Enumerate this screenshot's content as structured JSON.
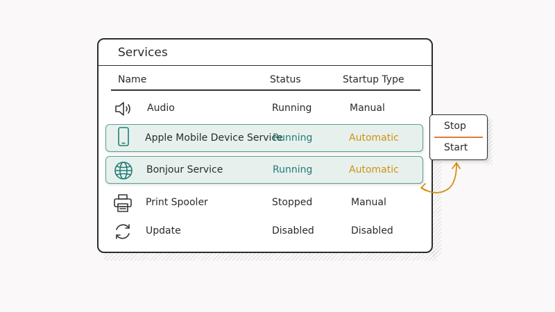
{
  "window": {
    "title": "Services"
  },
  "columns": {
    "name": "Name",
    "status": "Status",
    "startup": "Startup Type"
  },
  "services": [
    {
      "icon": "speaker-icon",
      "name": "Audio",
      "status": "Running",
      "startup": "Manual",
      "selected": false
    },
    {
      "icon": "mobile-phone-icon",
      "name": "Apple Mobile Device Service",
      "status": "Running",
      "startup": "Automatic",
      "selected": true
    },
    {
      "icon": "globe-icon",
      "name": "Bonjour Service",
      "status": "Running",
      "startup": "Automatic",
      "selected": true
    },
    {
      "icon": "printer-icon",
      "name": "Print Spooler",
      "status": "Stopped",
      "startup": "Manual",
      "selected": false
    },
    {
      "icon": "refresh-icon",
      "name": "Update",
      "status": "Disabled",
      "startup": "Disabled",
      "selected": false
    }
  ],
  "context_menu": {
    "items": [
      "Stop",
      "Start"
    ]
  },
  "colors": {
    "teal": "#237a74",
    "amber": "#d1900f",
    "selection_fill": "#e6f1ee",
    "selection_border": "#5c9e93",
    "menu_divider": "#e07a3a"
  }
}
